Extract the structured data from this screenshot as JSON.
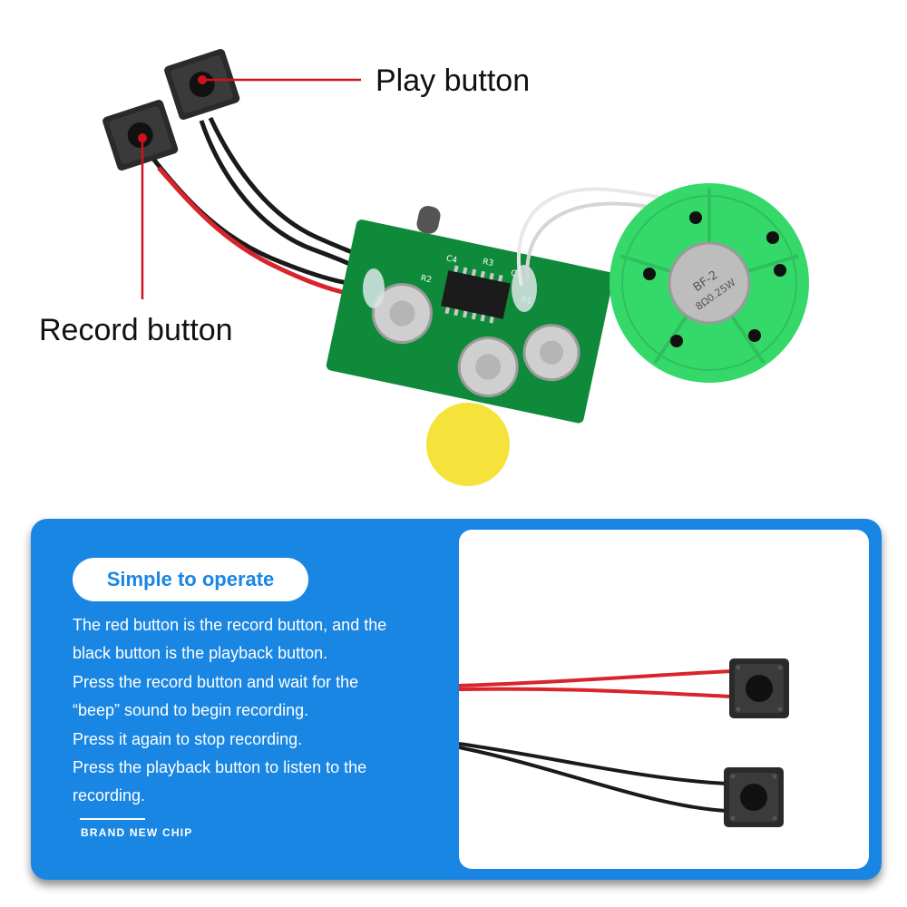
{
  "callouts": {
    "play": "Play button",
    "record": "Record button"
  },
  "info": {
    "heading": "Simple to operate",
    "lines": [
      "The red button is the record button, and the",
      "black button is the playback button.",
      "Press the record button and wait for the",
      "“beep” sound to begin recording.",
      "Press it again to stop recording.",
      "Press the playback button to listen to the",
      "recording."
    ],
    "tagline": "BRAND NEW CHIP"
  },
  "product": {
    "speaker_print_1": "BF-2",
    "speaker_print_2": "8Ω0.25W",
    "pcb_labels": [
      "R3",
      "R2",
      "C4",
      "C5",
      "R1"
    ]
  },
  "colors": {
    "panel_blue": "#1a86e3",
    "pcb_green": "#0f8a3a",
    "speaker_green": "#35d96a",
    "wire_red": "#d8242a",
    "wire_black": "#1a1a1a",
    "callout_line": "#d0121b",
    "yellow_dome": "#f5e23a"
  }
}
